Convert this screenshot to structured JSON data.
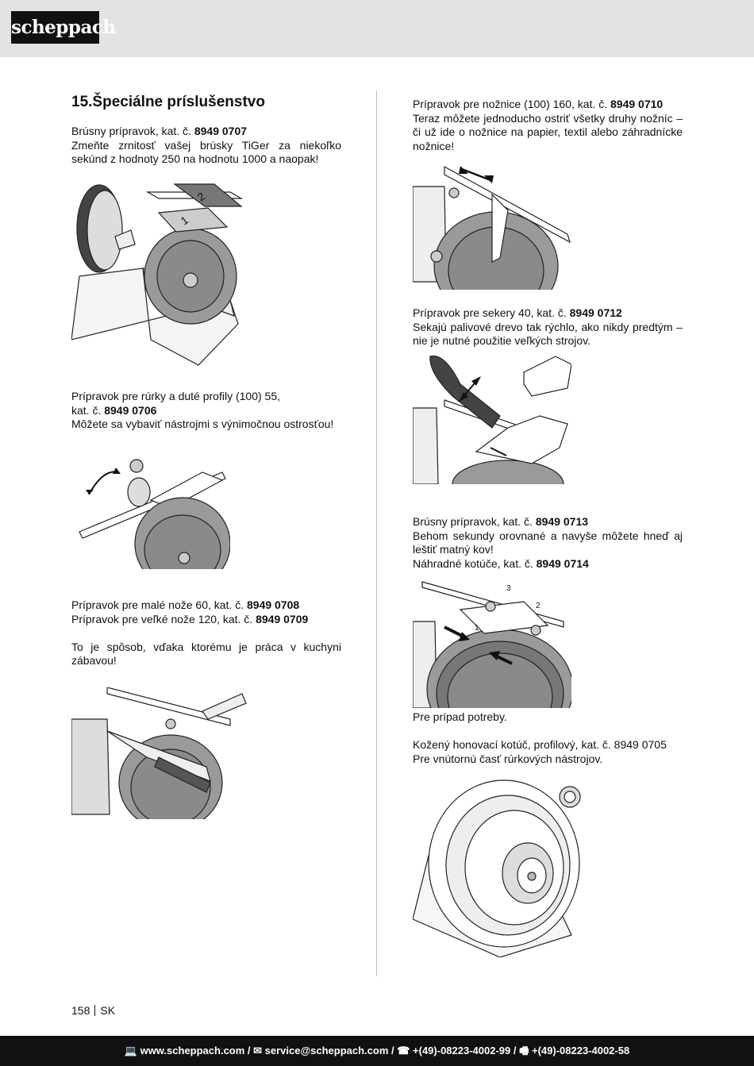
{
  "header": {
    "logo_text": "scheppach"
  },
  "section": {
    "title": "15.Špeciálne príslušenstvo"
  },
  "left": [
    {
      "id": "a0707",
      "line1_prefix": "Brúsny prípravok, kat. č. ",
      "line1_code": "8949 0707",
      "body": "Zmeňte zrnitosť vašej brúsky TiGer za niekoľko sekúnd z hodnoty 250 na hodnotu 1000 a naopak!",
      "stone_labels": [
        "2",
        "1"
      ]
    },
    {
      "id": "a0706",
      "line1": "Prípravok pre rúrky a duté profily (100) 55,",
      "line2_prefix": "kat. č. ",
      "line2_code": "8949 0706",
      "body": "Môžete sa vybaviť nástrojmi s výnimočnou ostrosťou!"
    },
    {
      "id": "a0708",
      "line1_prefix": "Prípravok pre malé nože 60, kat. č. ",
      "line1_code": "8949 0708",
      "line2_prefix": "Prípravok pre veľké nože 120, kat. č. ",
      "line2_code": "8949 0709",
      "body": "To je spôsob, vďaka ktorému je práca v kuchyni zábavou!"
    }
  ],
  "right": [
    {
      "id": "a0710",
      "line1_prefix": "Prípravok pre nožnice (100) 160, kat. č. ",
      "line1_code": "8949 0710",
      "body": "Teraz môžete jednoducho ostriť všetky druhy nožníc – či už ide o nožnice na papier, textil alebo záhradnícke nožnice!"
    },
    {
      "id": "a0712",
      "line1_prefix": "Prípravok pre sekery 40, kat. č. ",
      "line1_code": "8949 0712",
      "body": "Sekajú palivové drevo tak rýchlo, ako nikdy predtým – nie je nutné použitie veľkých strojov."
    },
    {
      "id": "a0713",
      "line1_prefix": "Brúsny prípravok, kat. č. ",
      "line1_code": "8949 0713",
      "body": "Behom sekundy orovnané a navyše môžete hneď aj leštiť matný kov!",
      "line3_prefix": "Náhradné kotúče, kat. č. ",
      "line3_code": "8949 0714",
      "callouts": [
        "3",
        "2",
        "1"
      ],
      "after": "Pre prípad potreby."
    },
    {
      "id": "a0705",
      "line1": "Kožený honovací kotúč, profilový, kat. č. 8949 0705",
      "line2": "Pre vnútornú časť rúrkových nástrojov."
    }
  ],
  "footer": {
    "page_number": "158",
    "lang": "SK",
    "contact": "💻 www.scheppach.com / ✉ service@scheppach.com / ☎ +(49)-08223-4002-99 / 🖷 +(49)-08223-4002-58"
  }
}
